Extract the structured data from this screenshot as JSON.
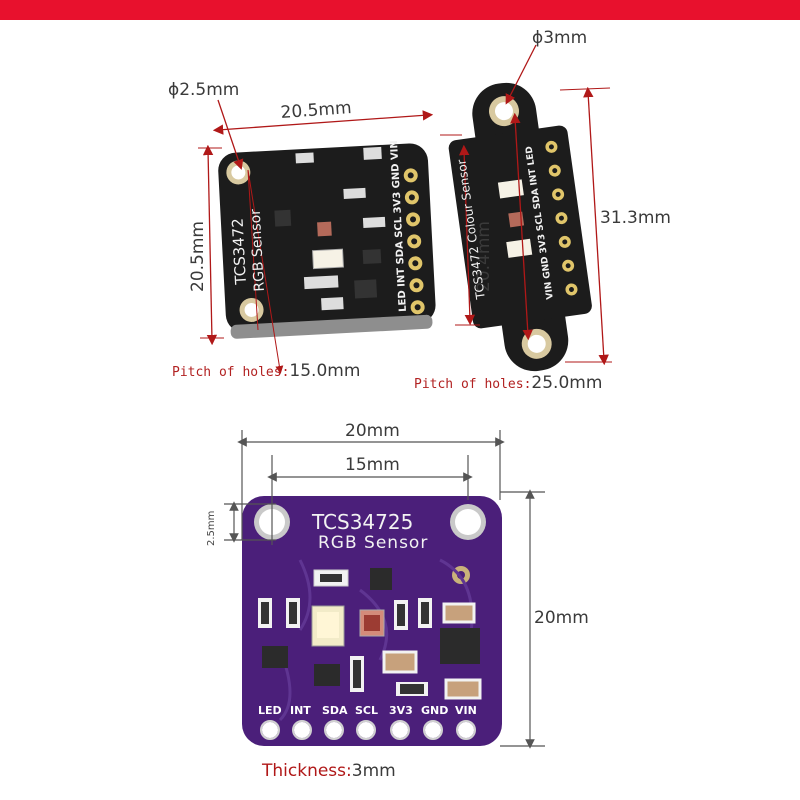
{
  "header": {
    "bar_color": "#e8112d"
  },
  "boards": {
    "top_left": {
      "title": "TCS3472",
      "subtitle": "RGB Sensor",
      "pins": "LED INT SDA SCL 3V3 GND VIN",
      "hole_diameter": "ϕ2.5mm",
      "width": "20.5mm",
      "height": "20.5mm",
      "pitch_label": "Pitch of holes:",
      "pitch_value": "15.0mm",
      "color": "#1c1c1c"
    },
    "top_right": {
      "title": "TCS3472 Colour Sensor",
      "pins": "VIN GND 3V3 SCL SDA INT LED",
      "hole_diameter": "ϕ3mm",
      "width": "20.4mm",
      "height": "31.3mm",
      "pitch_label": "Pitch of holes:",
      "pitch_value": "25.0mm",
      "color": "#1c1c1c"
    },
    "bottom": {
      "title": "TCS34725",
      "subtitle": "RGB Sensor",
      "pins": [
        "LED",
        "INT",
        "SDA",
        "SCL",
        "3V3",
        "GND",
        "VIN"
      ],
      "hole_diameter": "2.5mm",
      "width": "20mm",
      "pitch": "15mm",
      "height": "20mm",
      "thickness_label": "Thickness:",
      "thickness_value": "3mm",
      "color": "#4b1f7a"
    }
  }
}
